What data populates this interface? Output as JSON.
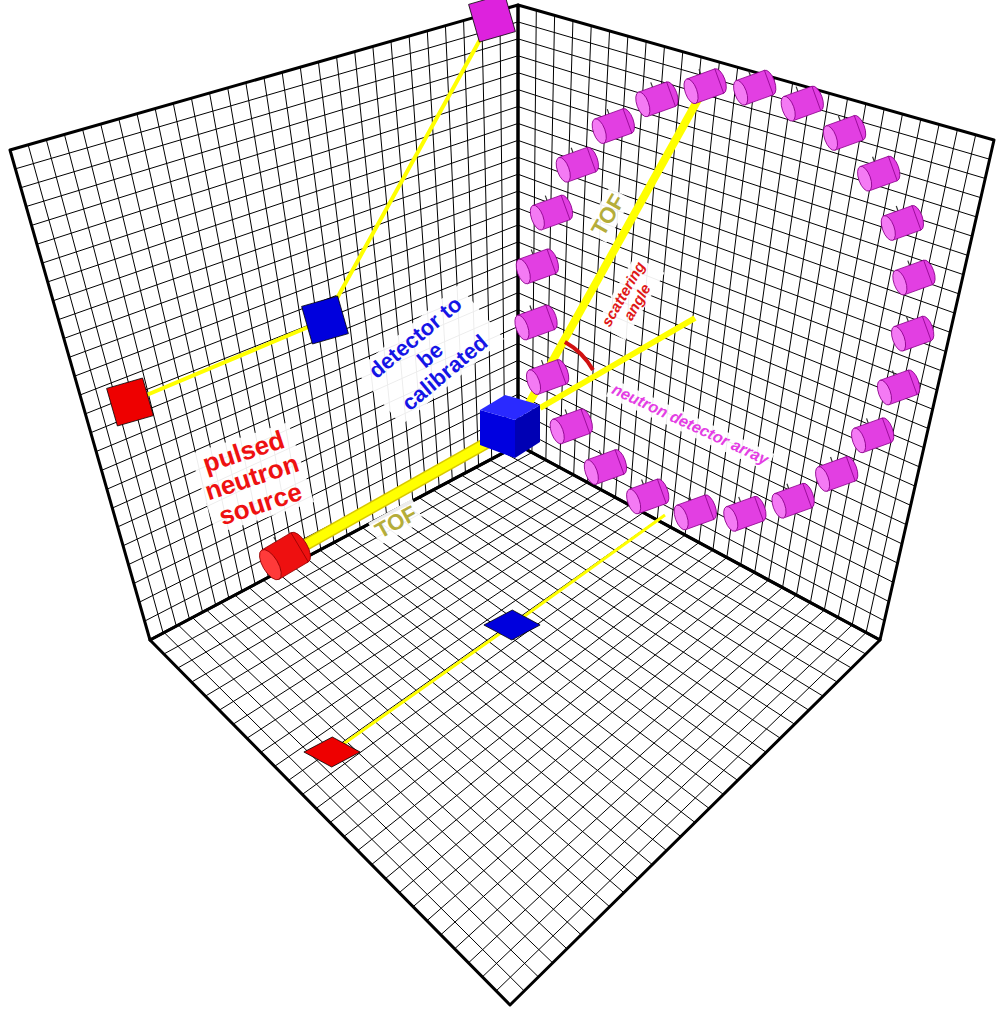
{
  "diagram": {
    "labels": [
      "pulsed neutron source",
      "TOF",
      "detector to be calibrated",
      "TOF",
      "scattering angle",
      "neutron detector array"
    ]
  }
}
